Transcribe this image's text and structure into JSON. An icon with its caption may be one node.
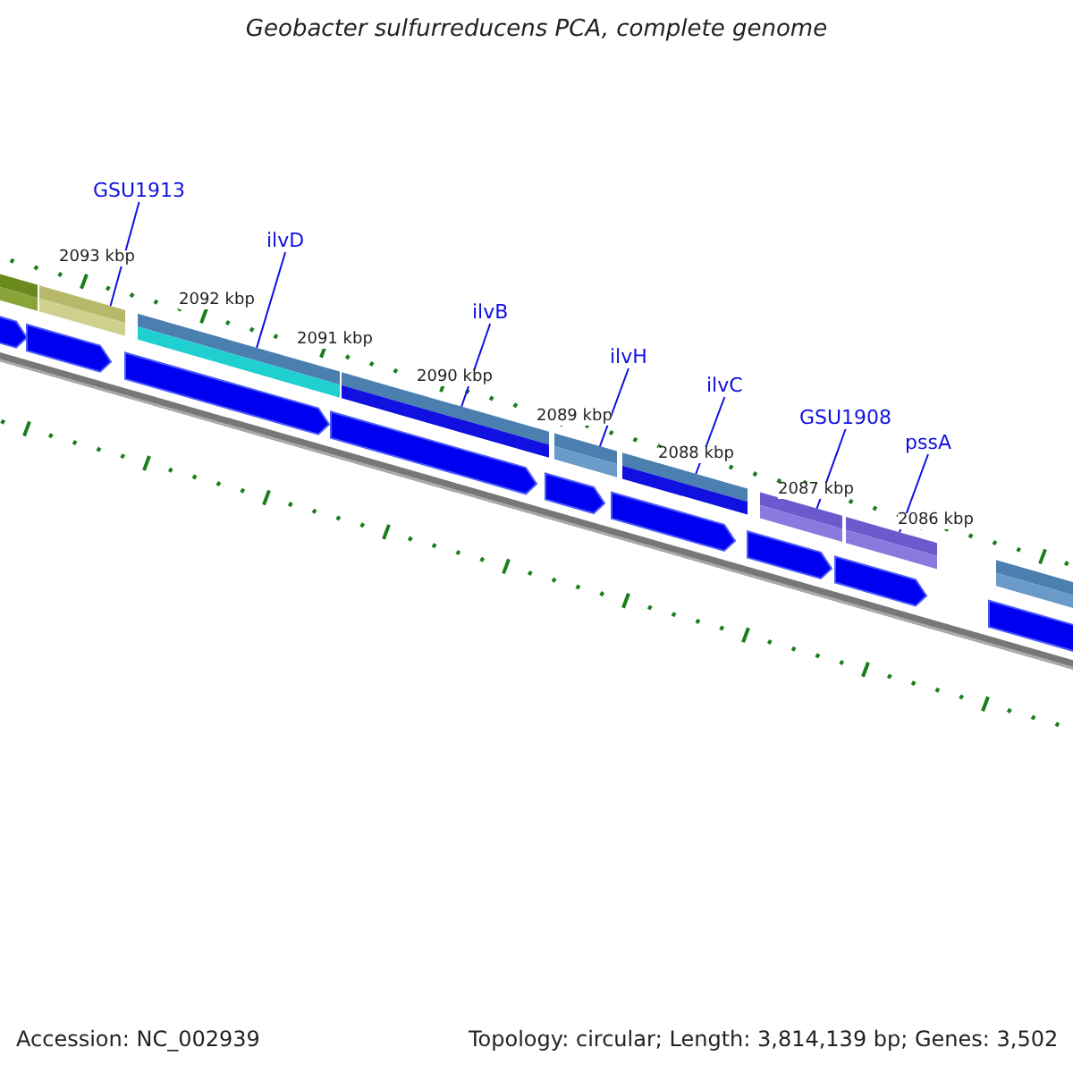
{
  "diagram": {
    "title": "Geobacter sulfurreducens PCA, complete genome",
    "nodes": [
      {
        "text": [
          "GSU1913"
        ]
      },
      {
        "text": [
          "ilvD"
        ]
      },
      {
        "text": [
          "ilvB"
        ]
      },
      {
        "text": [
          "ilvH"
        ]
      },
      {
        "text": [
          "ilvC"
        ]
      },
      {
        "text": [
          "GSU1908"
        ]
      },
      {
        "text": [
          "pssA"
        ]
      },
      {
        "text": [],
        "shape": "bar"
      },
      {
        "text": [],
        "shape": "bar"
      },
      {
        "text": [],
        "shape": "bar"
      },
      {
        "text": [],
        "shape": "bar"
      },
      {
        "text": [],
        "shape": "bar"
      },
      {
        "text": [],
        "shape": "bar"
      },
      {
        "text": [],
        "shape": "bar"
      },
      {
        "text": [],
        "shape": "bar"
      },
      {
        "text": [],
        "shape": "bar"
      },
      {
        "text": [],
        "shape": "pentagon"
      },
      {
        "text": [],
        "shape": "pentagon"
      },
      {
        "text": [],
        "shape": "pentagon"
      },
      {
        "text": [],
        "shape": "pentagon"
      },
      {
        "text": [],
        "shape": "pentagon"
      },
      {
        "text": [],
        "shape": "pentagon"
      },
      {
        "text": [],
        "shape": "pentagon"
      },
      {
        "text": [],
        "shape": "pentagon"
      },
      {
        "text": [],
        "shape": "pentagon"
      }
    ],
    "edges": [
      {
        "from": 0,
        "to": 8,
        "arrow": "none"
      },
      {
        "from": 1,
        "to": 9,
        "arrow": "none"
      },
      {
        "from": 2,
        "to": 10,
        "arrow": "none"
      },
      {
        "from": 3,
        "to": 11,
        "arrow": "none"
      },
      {
        "from": 4,
        "to": 12,
        "arrow": "none"
      },
      {
        "from": 5,
        "to": 13,
        "arrow": "none"
      },
      {
        "from": 6,
        "to": 14,
        "arrow": "none"
      }
    ],
    "labels": [
      "2093 kbp",
      "2092 kbp",
      "2091 kbp",
      "2090 kbp",
      "2089 kbp",
      "2088 kbp",
      "2087 kbp",
      "2086 kbp",
      "Accession: NC_002939",
      "Topology: circular; Length: 3,814,139 bp; Genes: 3,502"
    ]
  }
}
